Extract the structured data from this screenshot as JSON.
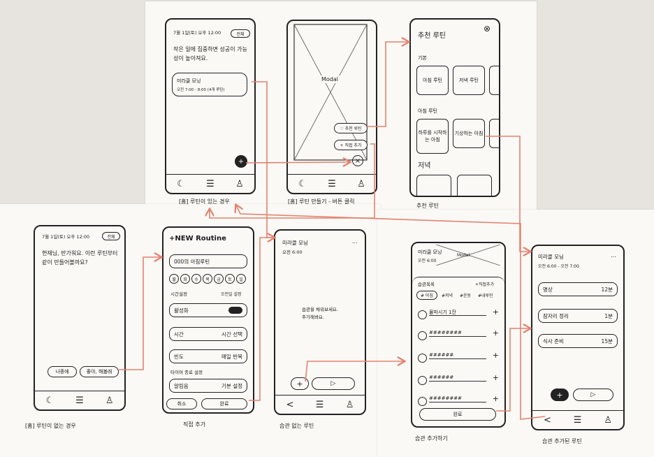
{
  "screens": {
    "home_with_routine": {
      "date": "7월 1일(토) 오후 12:00",
      "filter": "전체",
      "message": "작은 일에 집중하면 성공이 가능성이 높아져요.",
      "routine_title": "미라클 모닝",
      "routine_time": "오전 7:00 - 8:00 (4개 루틴)",
      "add": "+",
      "caption": "[홈] 루틴이 있는 경우"
    },
    "add_menu": {
      "modal_label": "Modal",
      "recommend_label": "♡ 추천 루틴",
      "direct_label": "+ 직접 추가",
      "close": "×",
      "caption": "[홈] 루틴 만들기 - 버튼 클릭"
    },
    "recommended": {
      "title": "추천 루틴",
      "close": "⊗",
      "basic_heading": "기본",
      "basic_items": [
        "아침 루틴",
        "저녁 루틴",
        ""
      ],
      "morning_heading": "아침 루틴",
      "morning_items": [
        "하루를 시작하는 아침",
        "기상하는 아침",
        ""
      ],
      "evening_heading": "저녁",
      "caption": "추천 루틴"
    },
    "home_empty": {
      "date": "7월 1일(토) 오후 12:00",
      "filter": "전체",
      "message": "현재님, 반가워요. 이런 루틴부터 같이 만들어볼까요?",
      "btn_later": "나중에",
      "btn_ok": "좋아, 해볼래",
      "caption": "[홈] 루틴이 없는 경우"
    },
    "new_routine": {
      "title": "+NEW Routine",
      "name_value": "000의 아침루틴",
      "days": [
        "월",
        "화",
        "수",
        "목",
        "금",
        "토",
        "일"
      ],
      "time_label": "시간설정",
      "time_status": "오전일 설정",
      "toggle_label": "활성화",
      "time_row": "시간",
      "time_select": "시간 선택",
      "repeat_row": "빈도",
      "repeat_value": "매일 반복",
      "timer_label": "타이머 종료 설정",
      "sound_row": "알림음",
      "sound_value": "기본 설정",
      "cancel": "취소",
      "done": "완료",
      "caption": "직접 추가"
    },
    "routine_empty": {
      "title": "미라클 모닝",
      "time": "오전 6:00",
      "menu": "...",
      "empty_message": "습관을 채워보세요. 추가해봐요.",
      "add": "+",
      "play": "▷",
      "caption": "습관 없는 루틴"
    },
    "add_habit": {
      "title": "미라클 모닝",
      "time": "오전 6:00",
      "modal_label": "Modal",
      "list_label": "습관목록",
      "custom_label": "+직접추가",
      "chips": [
        "# 아침",
        "#저녁",
        "#운동",
        "#내루틴"
      ],
      "items": [
        "물마시기 1잔",
        "########",
        "######",
        "######",
        "########"
      ],
      "done": "완료",
      "caption": "습관 추가하기"
    },
    "routine_added": {
      "title": "미라클 모닝",
      "time": "오전 6:00 - 오전 7:00",
      "menu": "...",
      "habits": [
        {
          "name": "명상",
          "duration": "12분"
        },
        {
          "name": "잠자리 정리",
          "duration": "1분"
        },
        {
          "name": "식사 준비",
          "duration": "15분"
        }
      ],
      "add": "+",
      "play": "▷",
      "caption": "습관 추가된 루틴"
    }
  },
  "tab_icons": [
    "moon-icon",
    "list-icon",
    "person-icon"
  ],
  "colors": {
    "arrow": "#e3826f",
    "ink": "#1c1c1c",
    "paper": "#faf9f6",
    "background": "#e7e4df"
  }
}
